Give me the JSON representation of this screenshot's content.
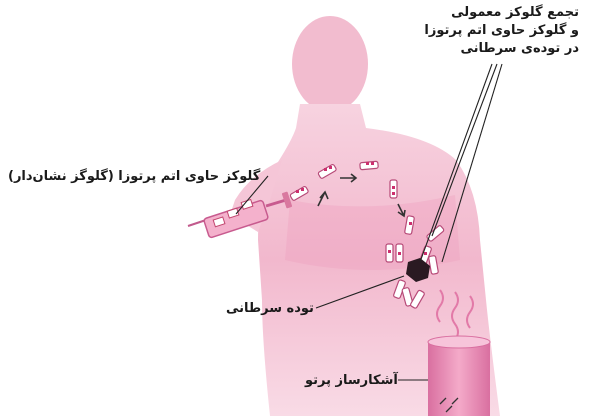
{
  "labels": {
    "uptake_lines": [
      "تجمع گلوکز معمولی",
      "و گلوکز حاوی اتم پرتوزا",
      "در توده‌ی سرطانی"
    ],
    "tracer": "گلوکز حاوی اتم پرتوزا (گلوگز نشان‌دار)",
    "tumor": "توده سرطانی",
    "detector": "آشکارساز پرتو"
  },
  "colors": {
    "body": "#f2b8cd",
    "body_shade": "#ea9fbd",
    "syringe": "#e07aa8",
    "detector": "#e88cb5",
    "tumor": "#2a1a22",
    "marker": "#cc2f6e",
    "line": "#222222"
  },
  "icons": [
    "syringe-icon",
    "tumor-mass-icon",
    "radiation-detector-icon"
  ]
}
